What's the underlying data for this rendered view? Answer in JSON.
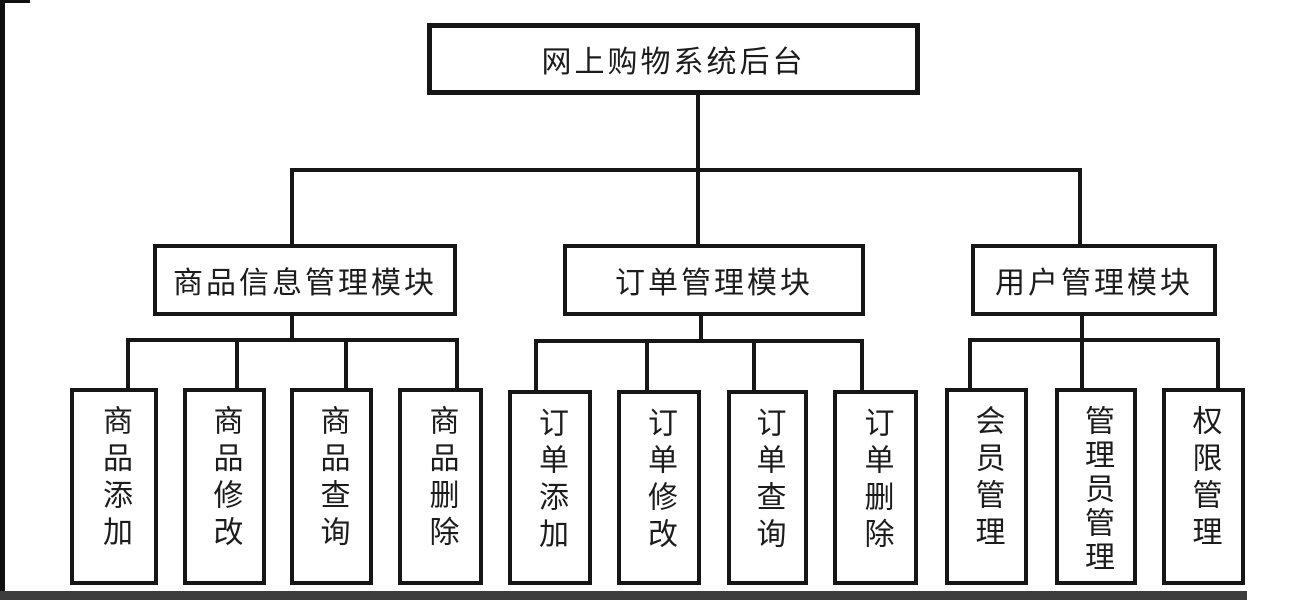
{
  "diagram_title": "网上购物系统后台",
  "colors": {
    "line": "#161616",
    "background": "#ffffff",
    "text": "#1c1c1c"
  },
  "tree": {
    "root": {
      "label": "网上购物系统后台"
    },
    "modules": [
      {
        "label": "商品信息管理模块",
        "children": [
          "商品添加",
          "商品修改",
          "商品查询",
          "商品删除"
        ]
      },
      {
        "label": "订单管理模块",
        "children": [
          "订单添加",
          "订单修改",
          "订单查询",
          "订单删除"
        ]
      },
      {
        "label": "用户管理模块",
        "children": [
          "会员管理",
          "管理员管理",
          "权限管理"
        ]
      }
    ]
  }
}
